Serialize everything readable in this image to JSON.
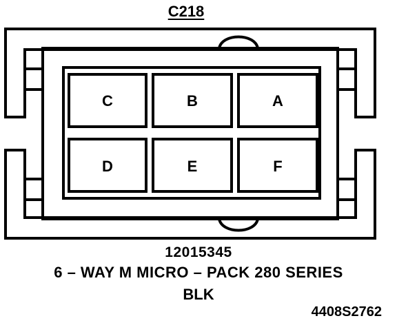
{
  "diagram": {
    "title": "C218",
    "pins": [
      {
        "label": "C"
      },
      {
        "label": "B"
      },
      {
        "label": "A"
      },
      {
        "label": "D"
      },
      {
        "label": "E"
      },
      {
        "label": "F"
      }
    ],
    "part_number": "12015345",
    "description": "6 – WAY M MICRO – PACK 280 SERIES",
    "color_code": "BLK",
    "figure_id": "4408S2762"
  },
  "colors": {
    "line": "#000000",
    "background": "#ffffff"
  }
}
